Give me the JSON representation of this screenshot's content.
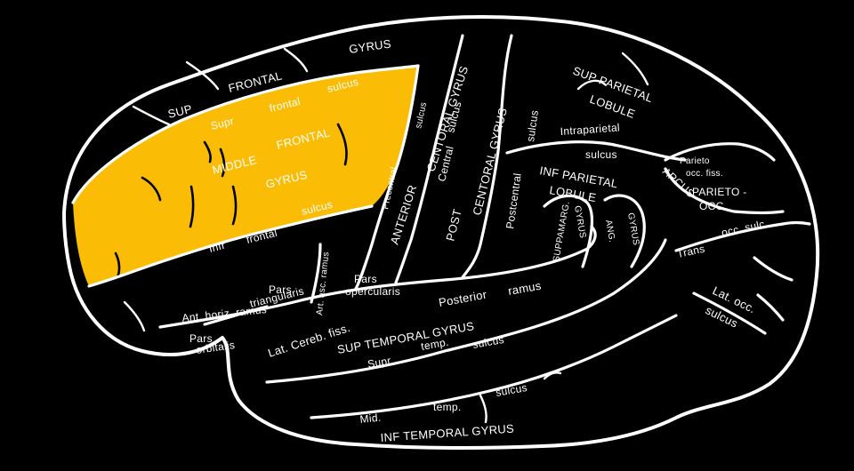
{
  "colors": {
    "background": "#000000",
    "line": "#ffffff",
    "highlight": "#fbbc05"
  },
  "highlighted_region": "middle-frontal-gyrus",
  "labels": {
    "sup": "SUP",
    "frontal": "FRONTAL",
    "gyrus_sup": "GYRUS",
    "supr": "Supr",
    "frontal_sulcus_sup_1": "frontal",
    "frontal_sulcus_sup_2": "sulcus",
    "middle": "MIDDLE",
    "middle_frontal": "FRONTAL",
    "middle_gyrus": "GYRUS",
    "infr": "Infr",
    "frontal_sulcus_inf_1": "frontal",
    "frontal_sulcus_inf_2": "sulcus",
    "precentral": "Precentral",
    "precentral_sulcus": "sulcus",
    "anterior": "ANTERIOR",
    "centoral_gyrus_ant": "CENTORAL GYRUS",
    "central": "Central",
    "central_sulcus": "sulcus",
    "post": "POST",
    "centoral_gyrus_post": "CENTORAL GYRUS",
    "postcentral": "Postcentral",
    "postcentral_sulcus": "sulcus",
    "sup_parietal": "SUP PARIETAL",
    "lobule_sup": "LOBULE",
    "intraparietal": "Intraparietal",
    "intraparietal_sulcus": "sulcus",
    "inf_parietal": "INF PARIETAL",
    "lobule_inf": "LOBULE",
    "suppramarg": "SUPPAMARG.",
    "gyrus_supramarg": "GYRUS",
    "ang": "ANG.",
    "gyrus_ang": "GYRUS",
    "parieto": "Parieto",
    "occ_fiss": "occ. fiss.",
    "arcus": "ARCUS",
    "parieto_occ_1": "PARIETO -",
    "parieto_occ_2": "OCC.",
    "trans": "Trans",
    "occ_sulc": "occ. sulc.",
    "lat_occ": "Lat. occ.",
    "lat_occ_sulcus": "sulcus",
    "pars_triangularis_1": "Pars",
    "pars_triangularis_2": "triangularis",
    "art_asc_ramus": "Art. asc. ramus",
    "pars_opercularis_1": "Pars",
    "pars_opercularis_2": "opercularis",
    "ant_horiz_ramus": "Ant. horiz. ramus",
    "pars_orbitalis_1": "Pars",
    "pars_orbitalis_2": "orbitalis",
    "lat_cereb_fiss": "Lat. Cereb. fiss.",
    "posterior": "Posterior",
    "ramus": "ramus",
    "sup_temporal_gyrus": "SUP  TEMPORAL  GYRUS",
    "supr_temp": "Supr",
    "temp_sup": "temp.",
    "temp_sup_sulcus": "sulcus",
    "mid": "Mid.",
    "temp_mid": "temp.",
    "temp_mid_sulcus": "sulcus",
    "inf_temporal_gyrus": "INF  TEMPORAL  GYRUS"
  }
}
